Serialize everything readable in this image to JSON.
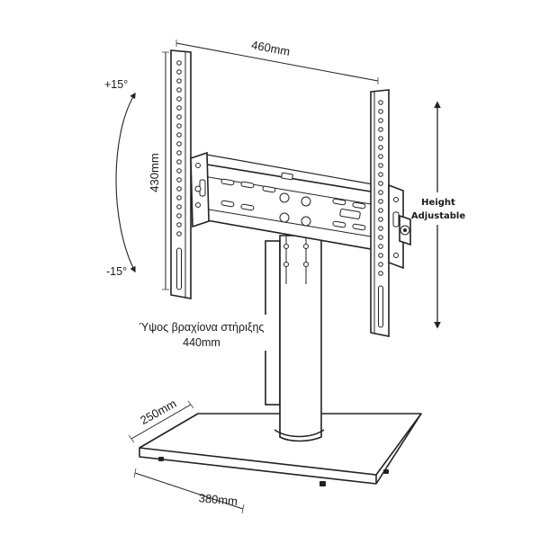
{
  "dimensions": {
    "width": "460mm",
    "height": "430mm",
    "base_depth": "250mm",
    "base_width": "380mm"
  },
  "tilt": {
    "up": "+15°",
    "down": "-15°"
  },
  "height_adjustable": {
    "line1": "Height",
    "line2": "Adjustable"
  },
  "arm_height": {
    "label": "Ύψος βραχίονα στήριξης",
    "value": "440mm"
  }
}
